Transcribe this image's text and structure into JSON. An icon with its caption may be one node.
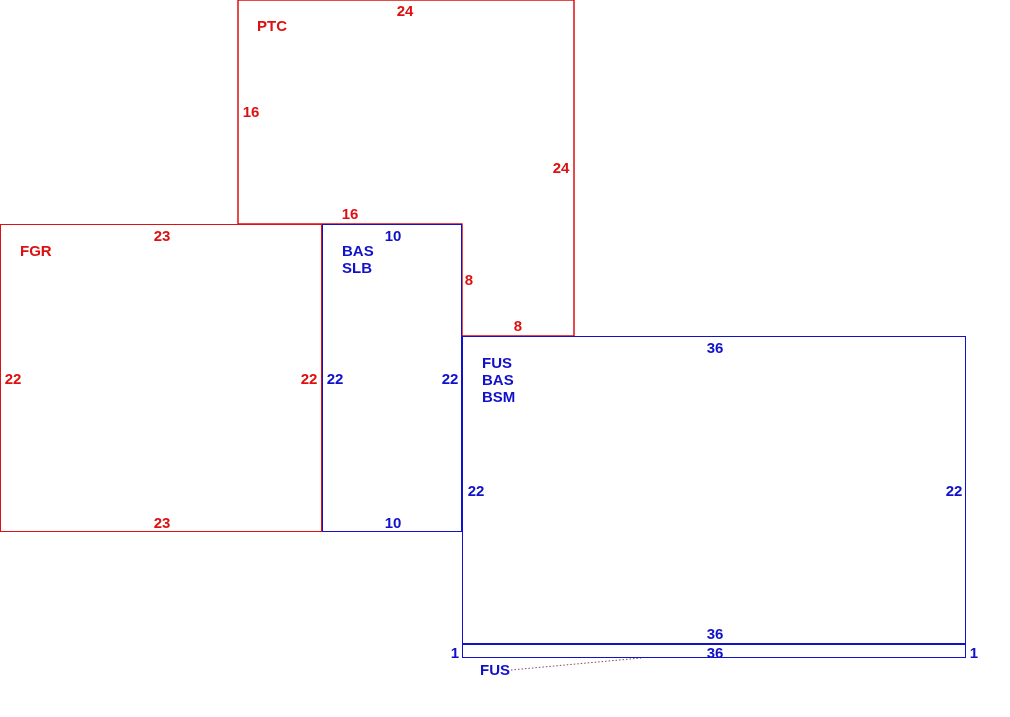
{
  "diagram": {
    "nodes": [
      {
        "text": [
          "PTC",
          "24",
          "16",
          "24",
          "16",
          "8",
          "8"
        ]
      },
      {
        "text": [
          "FGR",
          "23",
          "22",
          "22",
          "23"
        ]
      },
      {
        "text": [
          "BAS",
          "SLB",
          "10",
          "22",
          "22",
          "10"
        ]
      },
      {
        "text": [
          "FUS",
          "BAS",
          "BSM",
          "36",
          "22",
          "22",
          "36"
        ]
      },
      {
        "text": [
          "1",
          "36",
          "1"
        ]
      },
      {
        "text": [
          "FUS"
        ]
      }
    ],
    "edges": [
      {
        "from": 5,
        "to": 4,
        "arrow": "none",
        "style": "dashed"
      }
    ]
  }
}
